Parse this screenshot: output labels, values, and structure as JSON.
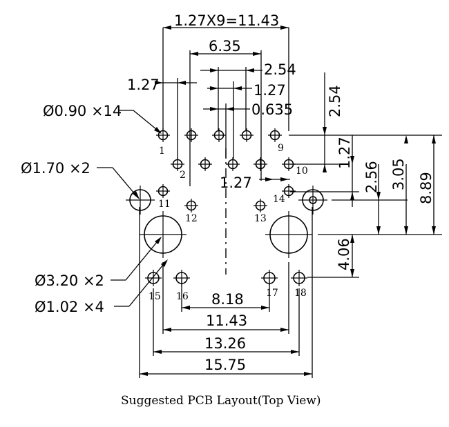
{
  "diagram": {
    "caption": "Suggested PCB Layout(Top View)",
    "dimensions": {
      "pitch_total": "1.27X9=11.43",
      "d_635": "6.35",
      "d_254": "2.54",
      "d_127_left": "1.27",
      "d_127_inner": "1.27",
      "d_0635": "0.635",
      "d_254_vert": "2.54",
      "d_127_vert": "1.27",
      "d_256": "2.56",
      "d_305": "3.05",
      "d_889": "8.89",
      "d_127_mid": "1.27",
      "d_406": "4.06",
      "d_818": "8.18",
      "d_1143": "11.43",
      "d_1326": "13.26",
      "d_1575": "15.75"
    },
    "hole_callouts": {
      "signal": "Ø0.90 ×14",
      "led": "Ø1.70 ×2",
      "mount": "Ø3.20 ×2",
      "shield": "Ø1.02 ×4"
    },
    "pins": [
      {
        "num": "1"
      },
      {
        "num": "2"
      },
      {
        "num": "9"
      },
      {
        "num": "10"
      },
      {
        "num": "11"
      },
      {
        "num": "12"
      },
      {
        "num": "13"
      },
      {
        "num": "14"
      },
      {
        "num": "15"
      },
      {
        "num": "16"
      },
      {
        "num": "17"
      },
      {
        "num": "18"
      }
    ]
  }
}
